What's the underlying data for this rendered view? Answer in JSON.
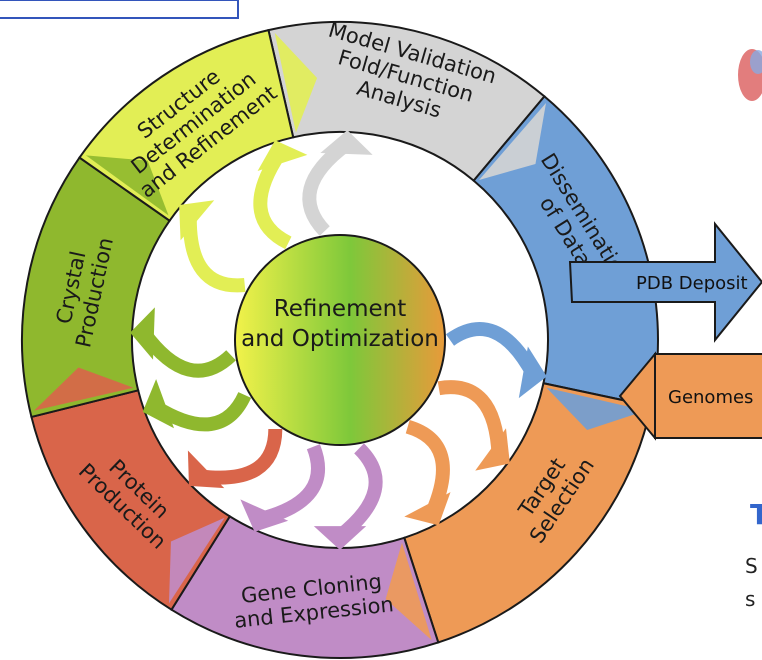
{
  "segments": [
    {
      "key": "model-validation",
      "lines": [
        "Model Validation",
        "Fold/Function",
        "Analysis"
      ],
      "color": "#d4d4d4"
    },
    {
      "key": "dissemination",
      "lines": [
        "Dissemination",
        "of Data"
      ],
      "color": "#6f9fd6"
    },
    {
      "key": "target-selection",
      "lines": [
        "Target",
        "Selection"
      ],
      "color": "#ee9a56"
    },
    {
      "key": "gene-cloning",
      "lines": [
        "Gene Cloning",
        "and Expression"
      ],
      "color": "#c08cc6"
    },
    {
      "key": "protein-production",
      "lines": [
        "Protein",
        "Production"
      ],
      "color": "#d9654a"
    },
    {
      "key": "crystal-production",
      "lines": [
        "Crystal",
        "Production"
      ],
      "color": "#8fb82e"
    },
    {
      "key": "structure-determination",
      "lines": [
        "Structure",
        "Determination",
        "and Refinement"
      ],
      "color": "#e2ee55"
    }
  ],
  "center": {
    "line1": "Refinement",
    "line2": "and Optimization"
  },
  "pdb_deposit": "PDB Deposit",
  "genomes": "Genomes",
  "corner_text": {
    "heading_char": "T",
    "line1_char": "S",
    "line2_char": "s"
  },
  "colors": {
    "outline": "#1a1a1a",
    "frame_border": "#3355bb",
    "heading": "#3366cc"
  }
}
